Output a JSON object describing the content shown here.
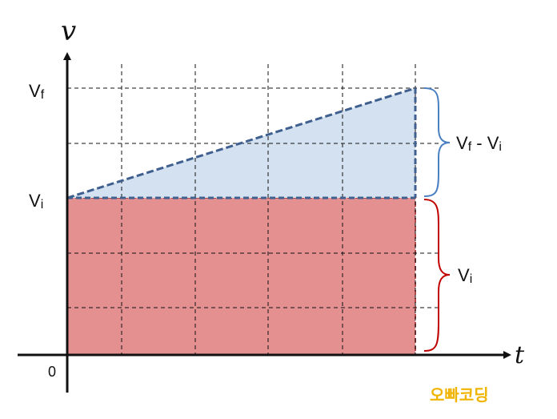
{
  "axes": {
    "y_label": "v",
    "x_label": "t",
    "origin_label": "0"
  },
  "levels": {
    "vf": {
      "main": "V",
      "sub": "f"
    },
    "vi": {
      "main": "V",
      "sub": "i"
    }
  },
  "braces": {
    "upper": {
      "text_main_1": "V",
      "text_sub_1": "f",
      "text_mid": " - ",
      "text_main_2": "V",
      "text_sub_2": "i",
      "color": "#4a7fc1"
    },
    "lower": {
      "text_main": "V",
      "text_sub": "i",
      "color": "#c00000"
    }
  },
  "regions": {
    "triangle_fill": "#d3e1f1",
    "rectangle_fill": "#e59090",
    "triangle_stroke": "#3f5f8f",
    "rectangle_stroke": "#b04a4a"
  },
  "brand": {
    "text": "오빠코딩",
    "color": "#f0b400"
  }
}
